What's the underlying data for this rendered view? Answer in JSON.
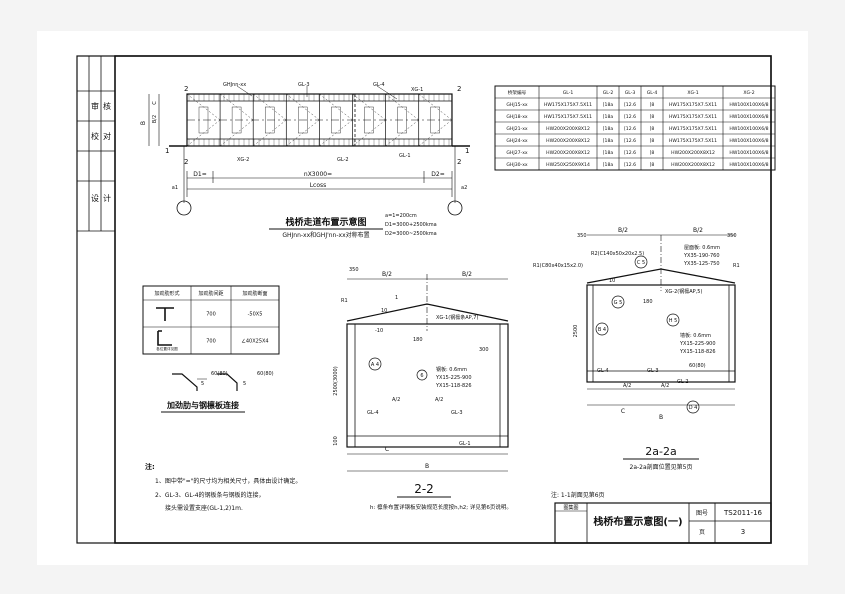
{
  "plan": {
    "dim_b": "B",
    "dim_b2": "B/2",
    "dim_c": "C",
    "dim_span": "nX3000=",
    "dim_lcoss": "Lcoss",
    "dim_d1": "D1=",
    "dim_d2": "D2=",
    "axis_a1": "a1",
    "axis_a2": "a2",
    "sec1": "1",
    "sec2": "2",
    "gl1": "GL-1",
    "gl2": "GL-2",
    "gl3": "GL-3",
    "gl4": "GL-4",
    "xg1": "XG-1",
    "xg2": "XG-2",
    "ghj": "GHJnn-xx",
    "title": "栈桥走道布置示意图",
    "subtitle": "GHJnn-xx和GHJ'nn-xx对称布置",
    "note1": "a=1=200cm",
    "note2": "D1=3000+2500kma",
    "note3": "D2=3000~2500kma"
  },
  "member_table": {
    "headers": [
      "桥架编号",
      "GL-1",
      "GL-2",
      "GL-3",
      "GL-4",
      "XG-1",
      "XG-2"
    ],
    "rows": [
      [
        "GHJ15-xx",
        "HW175X175X7.5X11",
        "[18a",
        "[12.6",
        "[8",
        "HW175X175X7.5X11",
        "HW100X100X6/8"
      ],
      [
        "GHJ18-xx",
        "HW175X175X7.5X11",
        "[18a",
        "[12.6",
        "[8",
        "HW175X175X7.5X11",
        "HW100X100X6/8"
      ],
      [
        "GHJ21-xx",
        "HW200X200X8X12",
        "[18a",
        "[12.6",
        "[8",
        "HW175X175X7.5X11",
        "HW100X100X6/8"
      ],
      [
        "GHJ24-xx",
        "HW200X200X8X12",
        "[18a",
        "[12.6",
        "[8",
        "HW175X175X7.5X11",
        "HW100X100X6/8"
      ],
      [
        "GHJ27-xx",
        "HW200X200X8X12",
        "[18a",
        "[12.6",
        "[8",
        "HW200X200X8X12",
        "HW100X100X6/8"
      ],
      [
        "GHJ30-xx",
        "HW250X250X9X14",
        "[18a",
        "[12.6",
        "[8",
        "HW200X200X8X12",
        "HW100X100X6/8"
      ]
    ]
  },
  "rib_table": {
    "headers": [
      "加劲肋形式",
      "加劲肋间距",
      "加劲肋断面"
    ],
    "rows": [
      [
        "",
        "700",
        "-50X5"
      ],
      [
        "各位置详见图",
        "700",
        "∠40X25X4"
      ]
    ],
    "detail_label1": "60(80)",
    "detail_label2": "60(80)",
    "detail_num": "5",
    "title": "加劲肋与钢檩板连接"
  },
  "section22": {
    "b2_left": "B/2",
    "b2_right": "B/2",
    "dim_350": "350",
    "dim_10": "10",
    "dim_180": "180",
    "dim_300": "300",
    "dim_minus10": "-10",
    "r1": "R1",
    "xg1": "XG-1(钢檩条AP,7)",
    "gl4": "GL-4",
    "gl3": "GL-3",
    "gl1": "GL-1",
    "a2_left": "A/2",
    "a2_right": "A/2",
    "yx_title": "钢板: 0.6mm",
    "yx1": "YX15-225-900",
    "yx2": "YX15-118-826",
    "dim_c": "C",
    "dim_b": "B",
    "dim_h": "2500(3000)",
    "dim_h2": "100",
    "circle_a4": "A 4",
    "circle_b": "6",
    "title": "2-2",
    "note": "h: 檩条布置详钢板安装规范长度按h,h2; 详见第6页说明。",
    "label_1": "1"
  },
  "section2a": {
    "b2_left": "B/2",
    "b2_right": "B/2",
    "dim_350_l": "350",
    "dim_350_r": "350",
    "r1l": "R1(C80x40x15x2.0)",
    "r2": "R2(C140x50x20x2.5)",
    "r1r": "R1",
    "yx_title1": "屋面板: 0.6mm",
    "yx_a": "YX35-190-760",
    "yx_b": "YX35-125-750",
    "xg2": "XG-2(钢檩AP,5)",
    "dim_180": "180",
    "dim_10": "10",
    "dim_2500": "2500",
    "dim_60": "60(80)",
    "yx_title2": "墙板: 0.6mm",
    "yx_c": "YX15-225-900",
    "yx_d": "YX15-118-826",
    "gl4": "GL-4",
    "gl3": "GL-3",
    "gl2": "GL-2",
    "dim_a2l": "A/2",
    "dim_a2r": "A/2",
    "dim_c": "C",
    "dim_b": "B",
    "title": "2a-2a",
    "subtitle": "2a-2a剖面位置见第5页",
    "circle_c5": "C 5",
    "circle_g5": "G 5",
    "circle_b4": "B 4",
    "circle_h5": "H 5",
    "circle_d4": "D 4"
  },
  "notes": {
    "head": "注:",
    "item1": "1、图中带\"=\"的尺寸均为相关尺寸，具体由设计确定。",
    "item2": "2、GL-3、GL-4的钢板条与钢板的连接，",
    "item2b": "接头需设置支座(GL-1,2)1m.",
    "note_right": "注: 1-1剖面见第6页"
  },
  "title_block": {
    "collection_label": "图集图",
    "title": "栈桥布置示意图(一)",
    "atlas_no_label": "图号",
    "atlas_no": "TS2011-16",
    "page_label": "页",
    "page": "3"
  },
  "side_strip": {
    "labels": [
      "审",
      "核",
      "校",
      "对",
      "设",
      "计"
    ]
  }
}
